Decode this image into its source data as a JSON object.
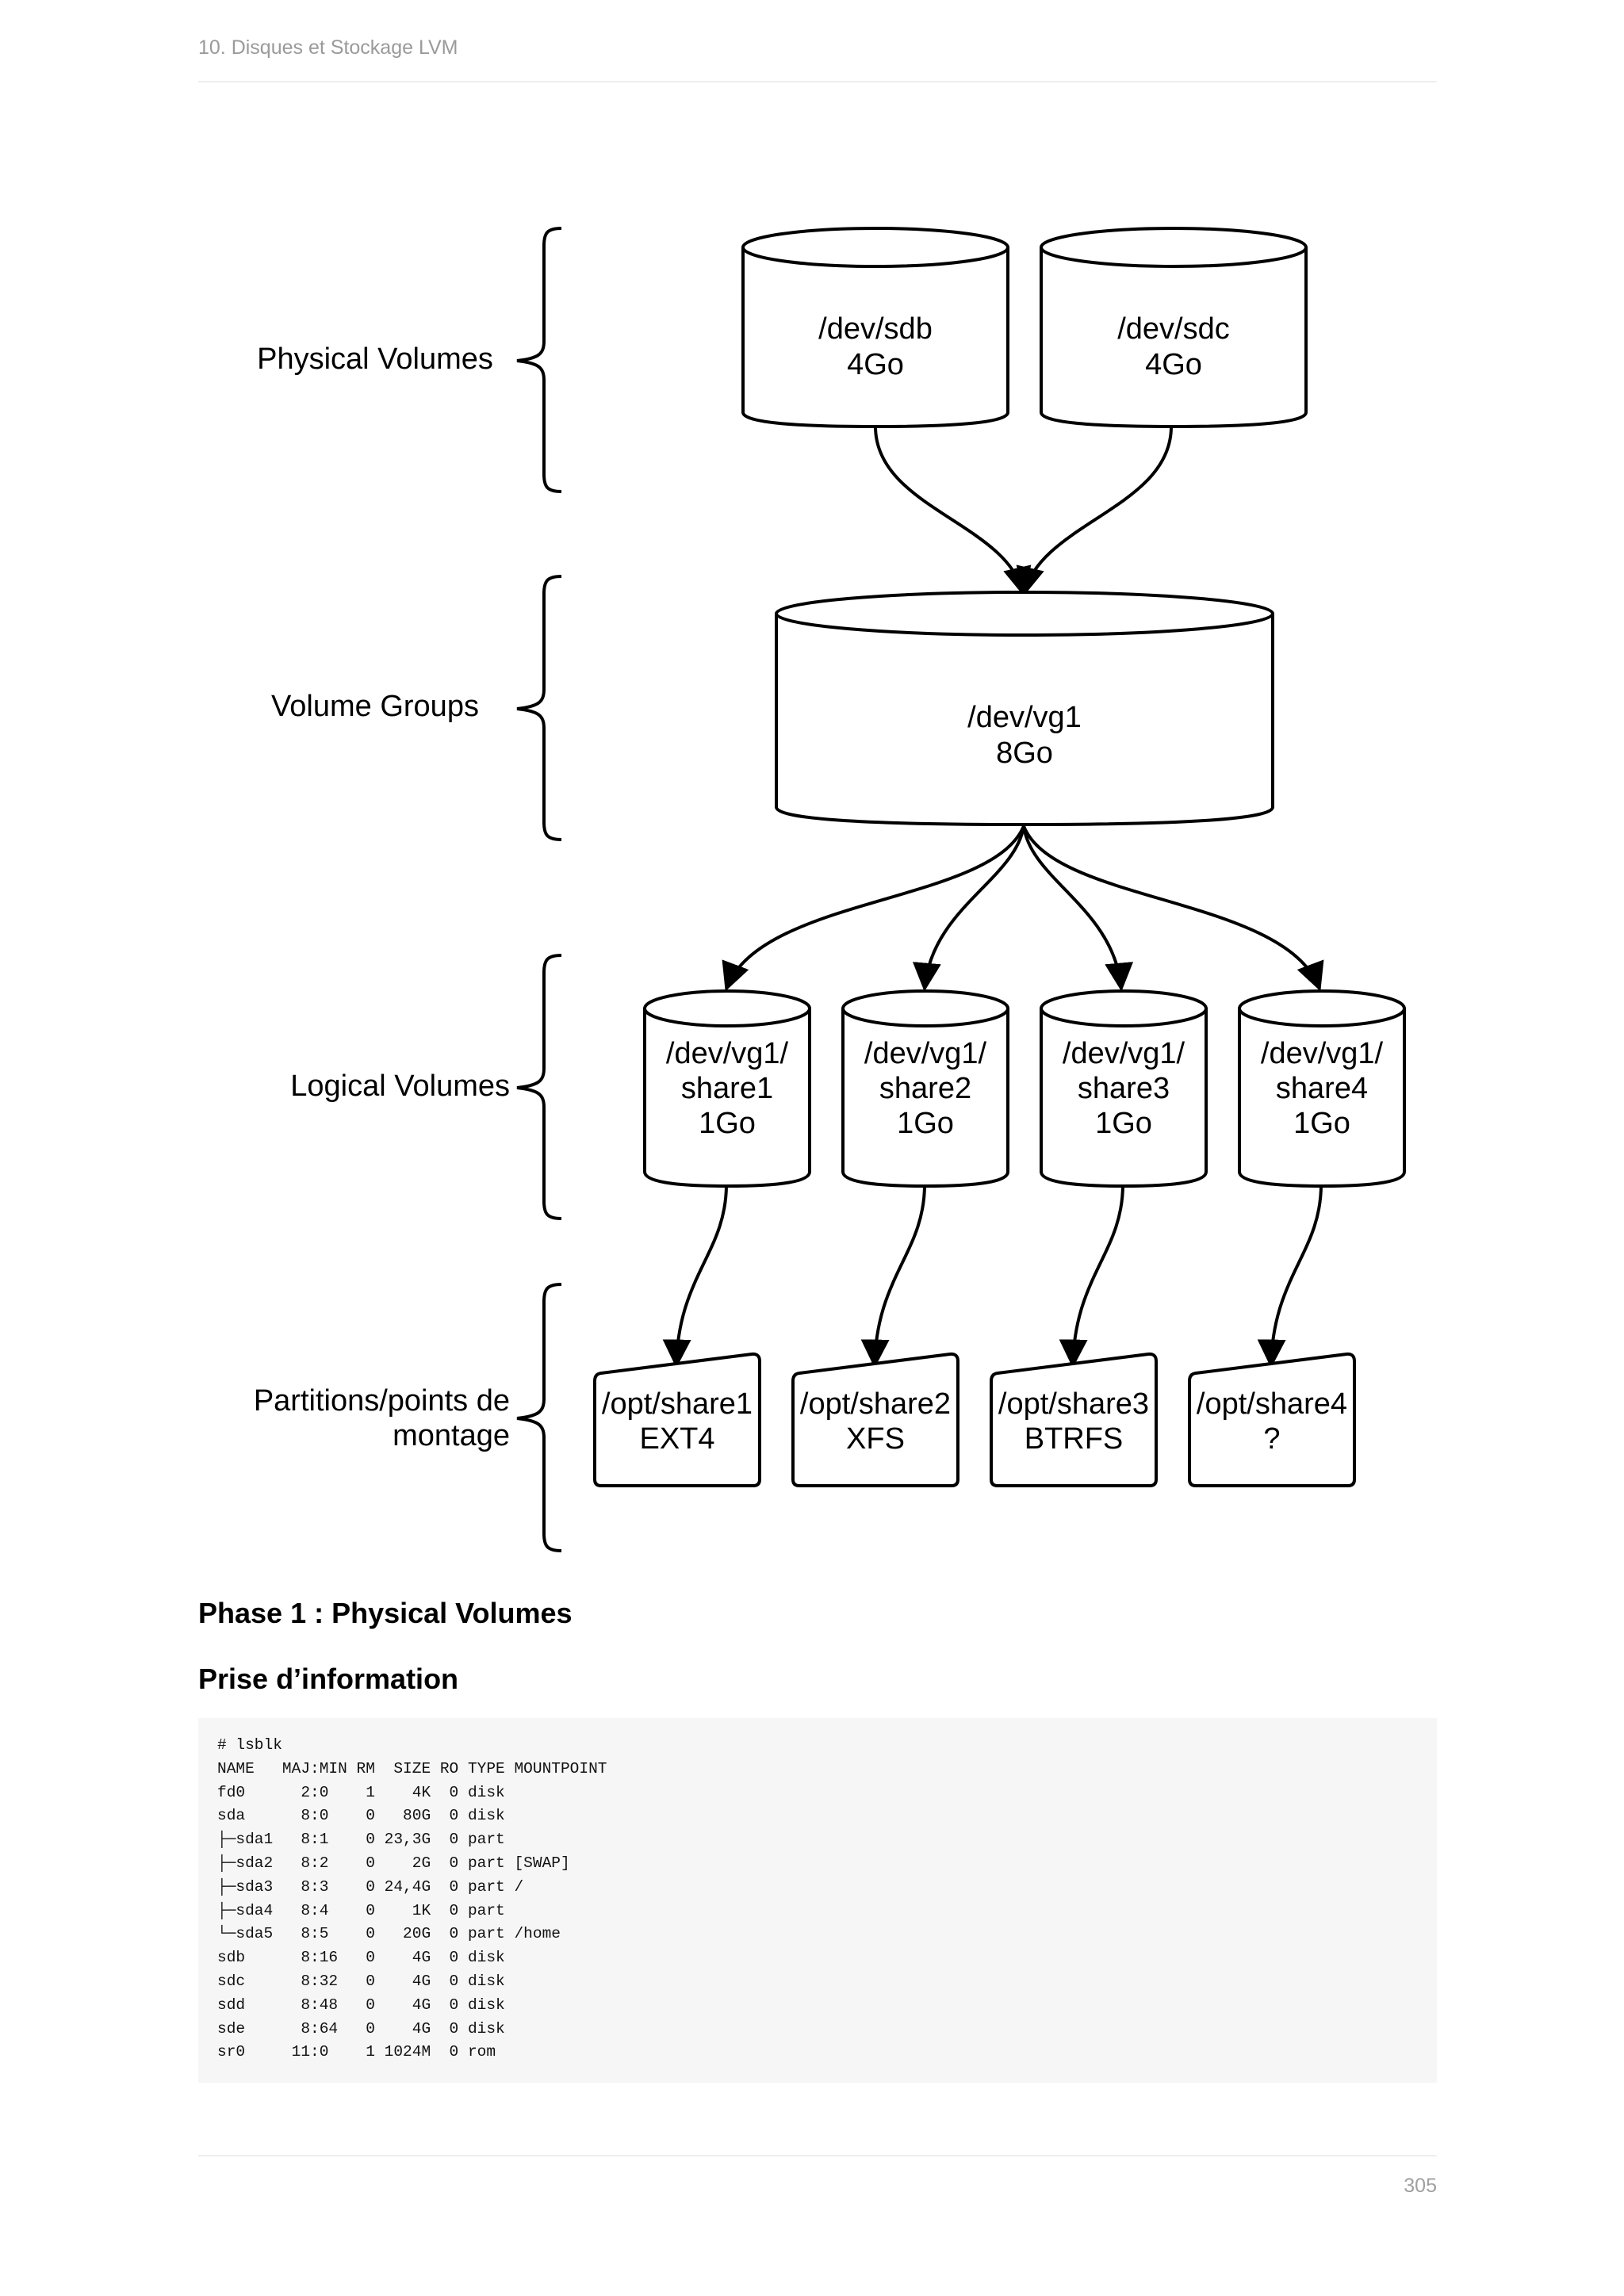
{
  "header": {
    "running_title": "10. Disques et Stockage LVM"
  },
  "footer": {
    "page_number": "305"
  },
  "diagram": {
    "levels": [
      {
        "label": "Physical Volumes"
      },
      {
        "label": "Volume Groups"
      },
      {
        "label": "Logical Volumes"
      },
      {
        "label_lines": [
          "Partitions/points de",
          "montage"
        ]
      }
    ],
    "physical_volumes": [
      {
        "name": "/dev/sdb",
        "size": "4Go"
      },
      {
        "name": "/dev/sdc",
        "size": "4Go"
      }
    ],
    "volume_group": {
      "name": "/dev/vg1",
      "size": "8Go"
    },
    "logical_volumes": [
      {
        "line1": "/dev/vg1/",
        "line2": "share1",
        "size": "1Go"
      },
      {
        "line1": "/dev/vg1/",
        "line2": "share2",
        "size": "1Go"
      },
      {
        "line1": "/dev/vg1/",
        "line2": "share3",
        "size": "1Go"
      },
      {
        "line1": "/dev/vg1/",
        "line2": "share4",
        "size": "1Go"
      }
    ],
    "mount_points": [
      {
        "path": "/opt/share1",
        "fs": "EXT4"
      },
      {
        "path": "/opt/share2",
        "fs": "XFS"
      },
      {
        "path": "/opt/share3",
        "fs": "BTRFS"
      },
      {
        "path": "/opt/share4",
        "fs": "?"
      }
    ]
  },
  "content": {
    "phase_title": "Phase 1 : Physical Volumes",
    "sub_title": "Prise d’information",
    "code": "# lsblk\nNAME   MAJ:MIN RM  SIZE RO TYPE MOUNTPOINT\nfd0      2:0    1    4K  0 disk\nsda      8:0    0   80G  0 disk\n├─sda1   8:1    0 23,3G  0 part\n├─sda2   8:2    0    2G  0 part [SWAP]\n├─sda3   8:3    0 24,4G  0 part /\n├─sda4   8:4    0    1K  0 part\n└─sda5   8:5    0   20G  0 part /home\nsdb      8:16   0    4G  0 disk\nsdc      8:32   0    4G  0 disk\nsdd      8:48   0    4G  0 disk\nsde      8:64   0    4G  0 disk\nsr0     11:0    1 1024M  0 rom"
  }
}
